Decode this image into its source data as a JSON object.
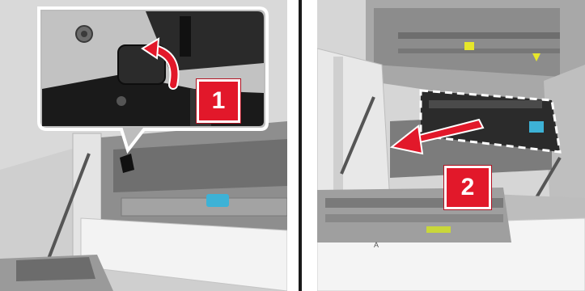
{
  "steps": [
    {
      "number": "1",
      "description_visible": false
    },
    {
      "number": "2",
      "description_visible": false
    }
  ],
  "labels": {
    "tray_letter": "A"
  },
  "colors": {
    "accent_red": "#e2182a",
    "printer_gray": "#c8c8c8",
    "blue_latch": "#3db2d6",
    "yellow_label": "#e6e62a",
    "divider": "#1a1a1a"
  },
  "icons": {
    "lift_arrow": "curved-arrow-icon",
    "pull_arrow": "straight-arrow-icon"
  }
}
